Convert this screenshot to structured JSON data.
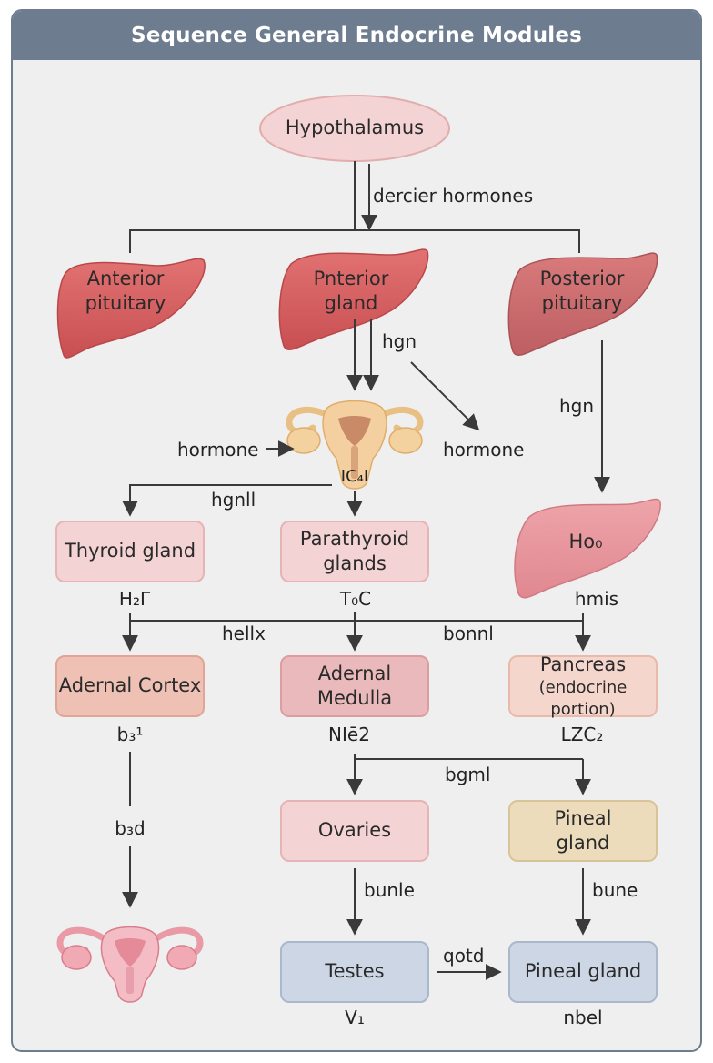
{
  "title": "Sequence General Endocrine Modules",
  "colors": {
    "header": "#6e7c90",
    "background": "#efefef",
    "line": "#3a3a3a"
  },
  "nodes": {
    "hypothalamus": "Hypothalamus",
    "anterior_pituitary": "Anterior pituitary",
    "pnterior_gland": "Pnterior gland",
    "posterior_pituitary": "Posterior pituitary",
    "ho": "Ho₀",
    "thyroid": "Thyroid gland",
    "parathyroid": "Parathyroid glands",
    "adrenal_cortex": "Adernal Cortex",
    "adrenal_medulla": "Adernal Medulla",
    "pancreas": "Pancreas",
    "pancreas_sub": "(endocrine portion)",
    "ovaries": "Ovaries",
    "pineal_gland_top": "Pineal gland",
    "testes": "Testes",
    "pineal_gland_bottom": "Pineal gland"
  },
  "labels": {
    "dercier": "dercier hormones",
    "hgn_center": "hgn",
    "hgn_right": "hgn",
    "hormone_left": "hormone",
    "hormone_right": "hormone",
    "c4": "IC₄I",
    "hgnll": "hgnll",
    "h2": "H₂Γ",
    "toc": "T₀C",
    "hmis": "hmis",
    "hellx": "hellx",
    "bonnl": "bonnl",
    "b3_top": "b₃¹",
    "ni02": "NIē2",
    "lzc": "LZC₂",
    "bgml": "bgml",
    "b3d": "b₃d",
    "bunle": "bunle",
    "bune": "bune",
    "qotd": "qotd",
    "v1": "V₁",
    "nbel": "nbel"
  }
}
